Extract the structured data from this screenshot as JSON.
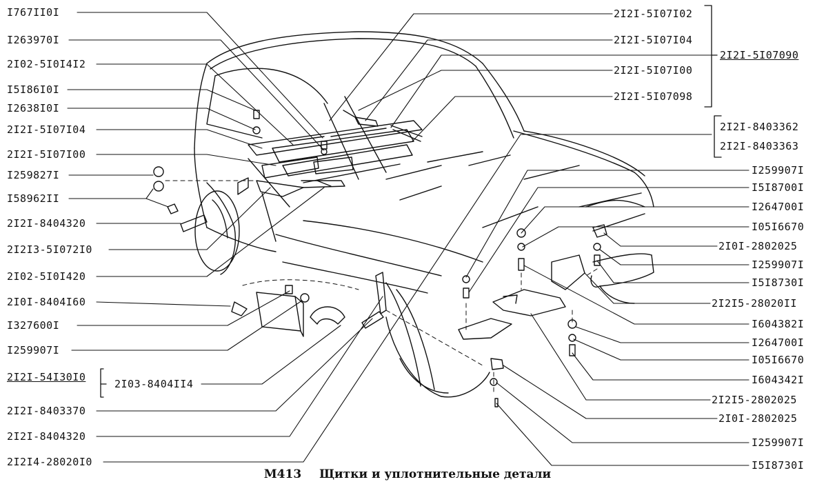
{
  "left_labels": [
    {
      "id": "l1",
      "text": "I767II0I"
    },
    {
      "id": "l2",
      "text": "I263970I"
    },
    {
      "id": "l3",
      "text": "2I02-5I0I4I2"
    },
    {
      "id": "l4",
      "text": "I5I86I0I"
    },
    {
      "id": "l5",
      "text": "I2638I0I"
    },
    {
      "id": "l6",
      "text": "2I2I-5I07I04"
    },
    {
      "id": "l7",
      "text": "2I2I-5I07I00"
    },
    {
      "id": "l8",
      "text": "I259827I"
    },
    {
      "id": "l9",
      "text": "I58962II"
    },
    {
      "id": "l10",
      "text": "2I2I-8404320"
    },
    {
      "id": "l11",
      "text": "2I2I3-5I072I0"
    },
    {
      "id": "l12",
      "text": "2I02-5I0I420"
    },
    {
      "id": "l13",
      "text": "2I0I-8404I60"
    },
    {
      "id": "l14",
      "text": "I327600I"
    },
    {
      "id": "l15",
      "text": "I259907I"
    },
    {
      "id": "l16",
      "text": "2I2I-54I30I0"
    },
    {
      "id": "l17",
      "text": "2I2I-8403370"
    },
    {
      "id": "l18",
      "text": "2I2I-8404320"
    },
    {
      "id": "l19",
      "text": "2I2I4-28020I0"
    }
  ],
  "mid_label": {
    "text": "2I03-8404II4"
  },
  "top_right_labels": [
    {
      "id": "t1",
      "text": "2I2I-5I07I02"
    },
    {
      "id": "t2",
      "text": "2I2I-5I07I04"
    },
    {
      "id": "t3",
      "text": "2I2I-5I07I00"
    },
    {
      "id": "t4",
      "text": "2I2I-5I07098"
    }
  ],
  "group_label": {
    "text": "2I2I-5I07090"
  },
  "pair_labels": [
    {
      "id": "p1",
      "text": "2I2I-8403362"
    },
    {
      "id": "p2",
      "text": "2I2I-8403363"
    }
  ],
  "right_labels": [
    {
      "id": "r1",
      "text": "I259907I"
    },
    {
      "id": "r2",
      "text": "I5I8700I"
    },
    {
      "id": "r3",
      "text": "I264700I"
    },
    {
      "id": "r4",
      "text": "I05I6670"
    },
    {
      "id": "r5",
      "text": "2I0I-2802025"
    },
    {
      "id": "r6",
      "text": "I259907I"
    },
    {
      "id": "r7",
      "text": "I5I8730I"
    },
    {
      "id": "r8",
      "text": "2I2I5-28020II"
    },
    {
      "id": "r9",
      "text": "I604382I"
    },
    {
      "id": "r10",
      "text": "I264700I"
    },
    {
      "id": "r11",
      "text": "I05I6670"
    },
    {
      "id": "r12",
      "text": "I604342I"
    },
    {
      "id": "r13",
      "text": "2I2I5-2802025"
    },
    {
      "id": "r14",
      "text": "2I0I-2802025"
    },
    {
      "id": "r15",
      "text": "I259907I"
    },
    {
      "id": "r16",
      "text": "I5I8730I"
    }
  ],
  "caption": {
    "code": "M413",
    "title": "Щитки и уплотнительные детали"
  },
  "colors": {
    "ink": "#111111",
    "paper": "#ffffff"
  }
}
